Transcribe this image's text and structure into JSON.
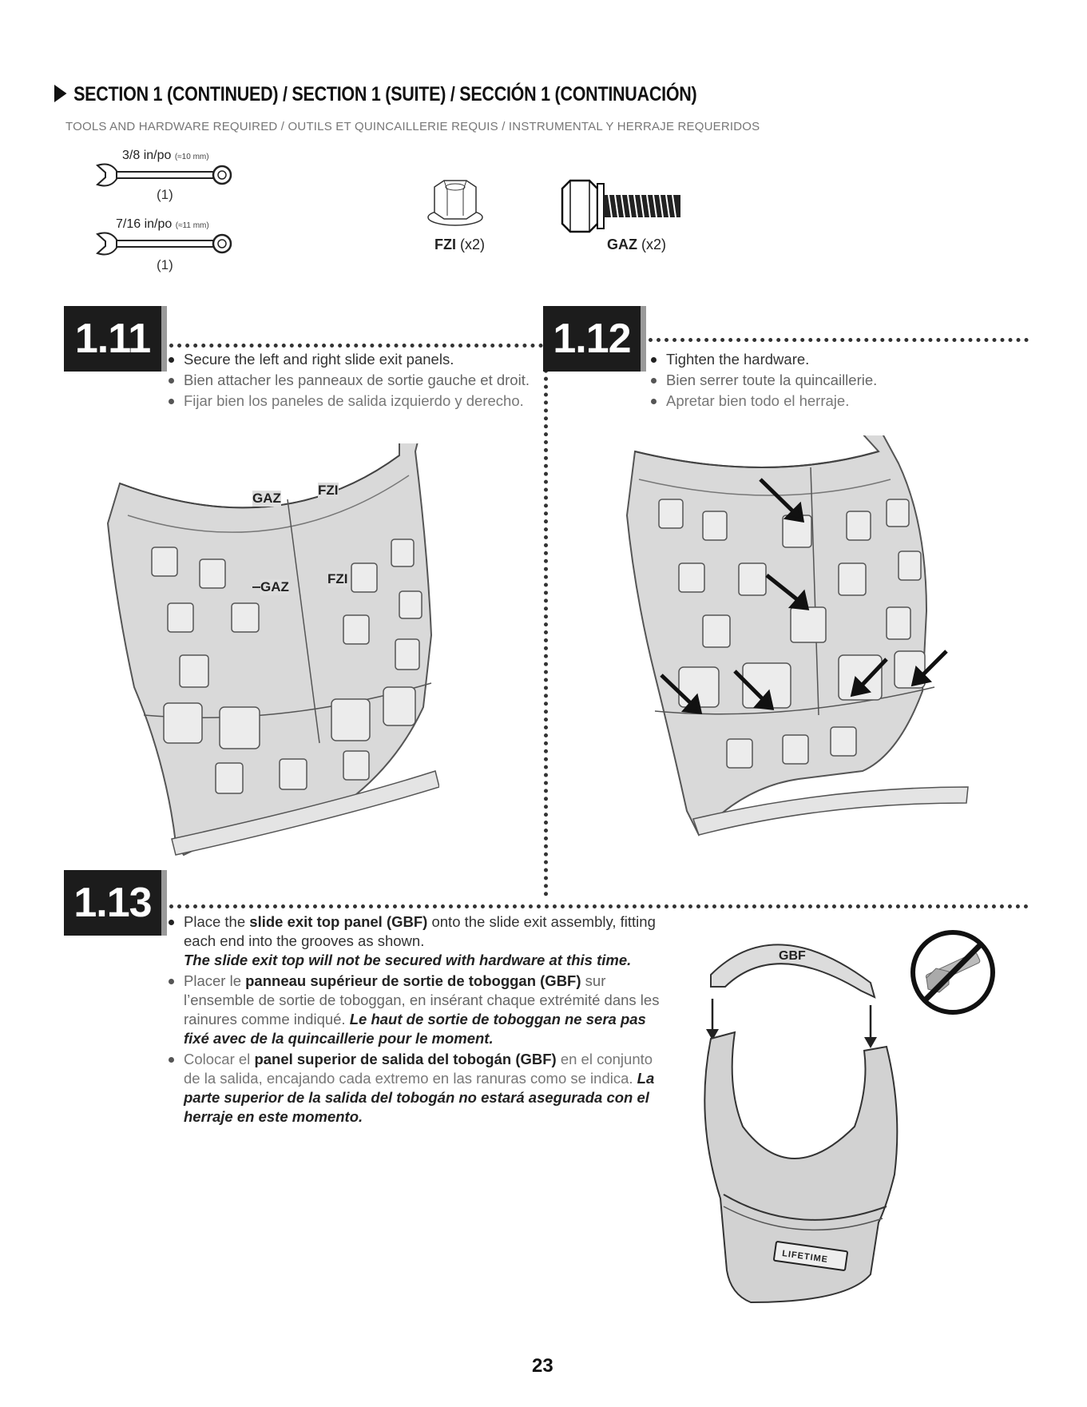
{
  "header": {
    "section_title": "SECTION 1 (CONTINUED) / SECTION 1 (SUITE) / SECCIÓN 1 (CONTINUACIÓN)",
    "tools_line": "TOOLS AND HARDWARE REQUIRED / OUTILS ET QUINCAILLERIE REQUIS / INSTRUMENTAL Y HERRAJE REQUERIDOS"
  },
  "tools": {
    "wrench1_size": "3/8 in/po",
    "wrench1_metric": "(≈10 mm)",
    "wrench1_qty": "(1)",
    "wrench2_size": "7/16 in/po",
    "wrench2_metric": "(≈11 mm)",
    "wrench2_qty": "(1)",
    "nut_code": "FZI",
    "nut_qty": "(x2)",
    "bolt_code": "GAZ",
    "bolt_qty": "(x2)"
  },
  "step_1_11": {
    "number": "1.11",
    "en": "Secure the left and right slide exit panels.",
    "fr": "Bien attacher les panneaux de sortie gauche et droit.",
    "es": "Fijar bien los paneles de salida izquierdo y derecho.",
    "callout_bolt": "GAZ",
    "callout_nut": "FZI"
  },
  "step_1_12": {
    "number": "1.12",
    "en": "Tighten the hardware.",
    "fr": "Bien serrer toute la quincaillerie.",
    "es": "Apretar bien todo el herraje."
  },
  "step_1_13": {
    "number": "1.13",
    "en_a": "Place the ",
    "en_b": "slide exit top panel (GBF)",
    "en_c": " onto the slide exit assembly, fitting each end into the grooves as shown.",
    "en_note": "The slide exit top will not be secured with hardware at this time.",
    "fr_a": "Placer le ",
    "fr_b": "panneau supérieur de sortie de toboggan (GBF)",
    "fr_c": " sur l’ensemble de sortie de toboggan, en insérant chaque extrémité dans les rainures comme indiqué. ",
    "fr_note": "Le haut de sortie de toboggan ne sera pas fixé avec de la quincaillerie pour le moment.",
    "es_a": "Colocar el ",
    "es_b": "panel superior de salida del tobogán (GBF)",
    "es_c": " en el conjunto de la salida, encajando cada extremo en las ranuras como se indica. ",
    "es_note": "La parte superior de la salida del tobogán no estará asegurada con el herraje en este momento.",
    "gbf_label": "GBF",
    "logo_text": "LIFETIME"
  },
  "footer": {
    "page_number": "23"
  }
}
